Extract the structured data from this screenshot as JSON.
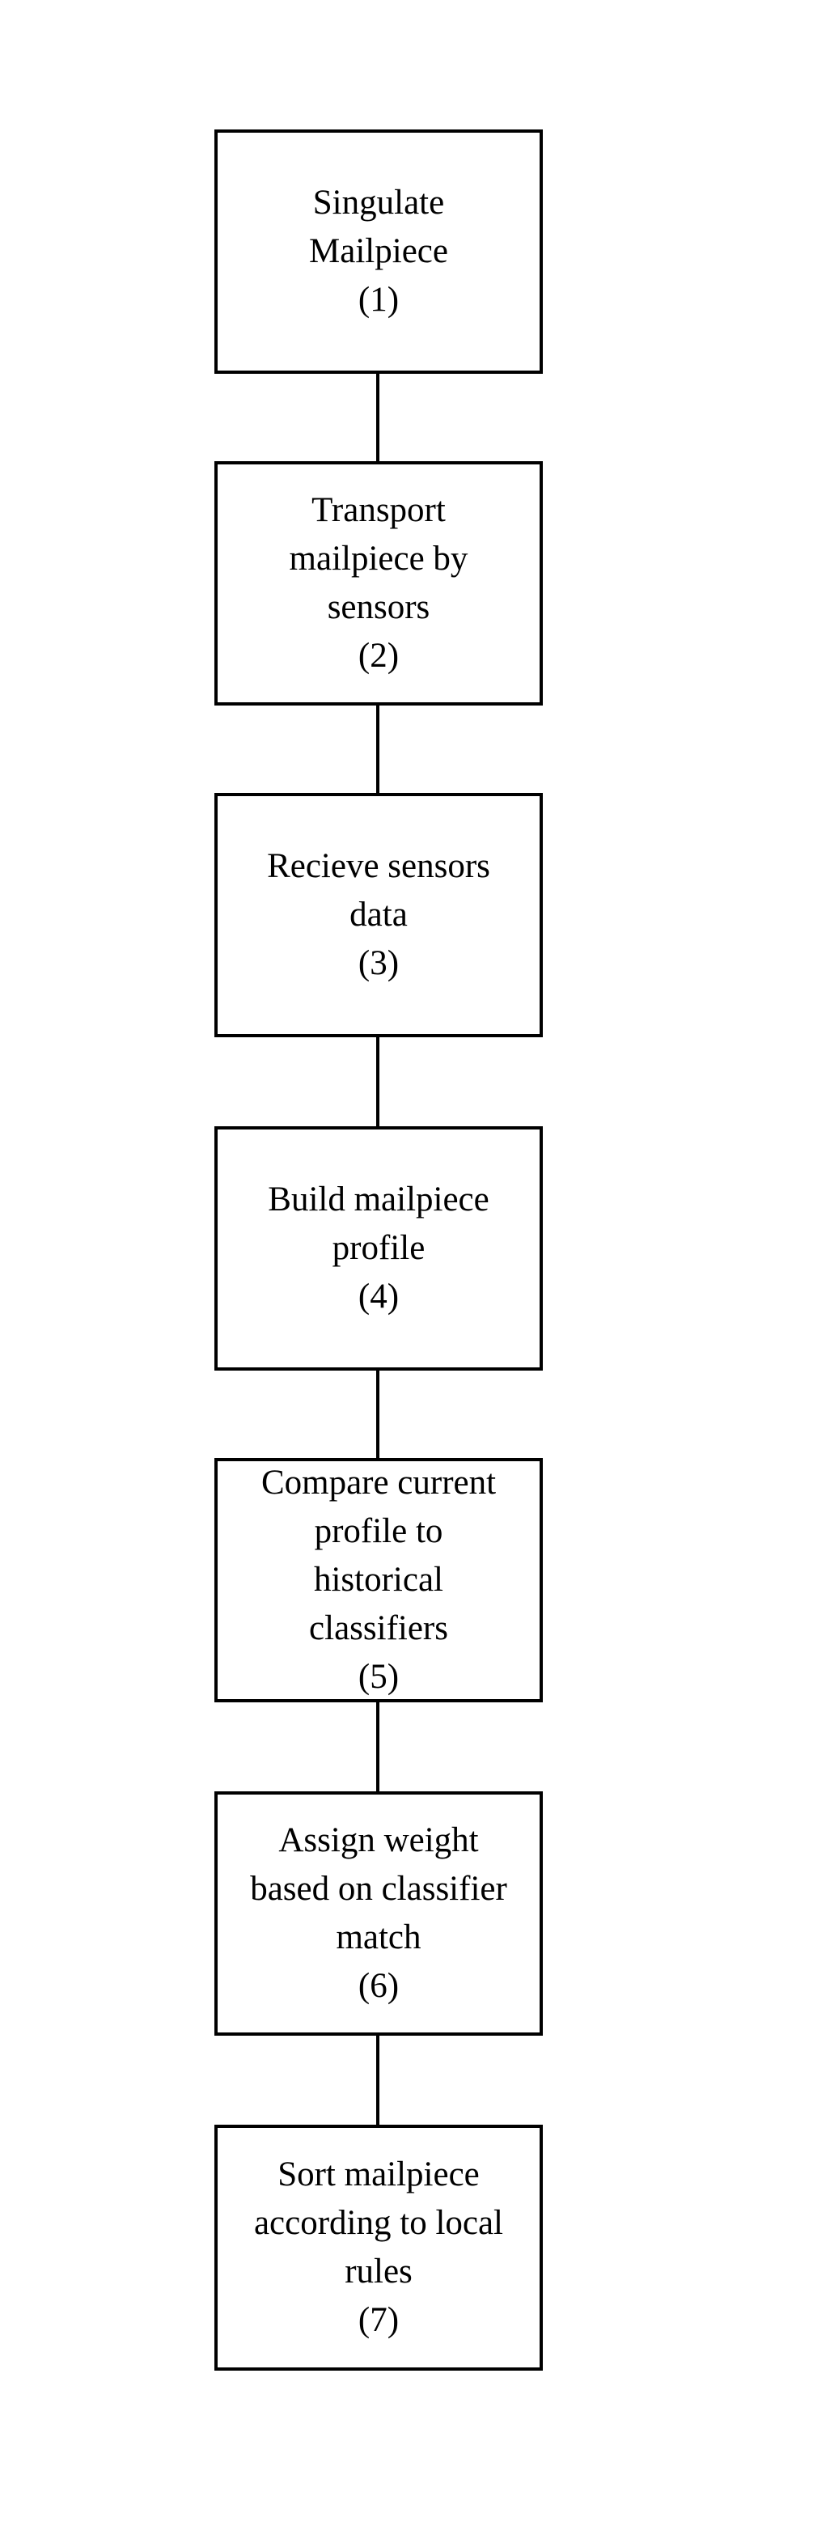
{
  "steps": [
    {
      "text": "Singulate\nMailpiece",
      "number": "(1)"
    },
    {
      "text": "Transport\nmailpiece by\nsensors",
      "number": "(2)"
    },
    {
      "text": "Recieve sensors\ndata",
      "number": "(3)"
    },
    {
      "text": "Build mailpiece\nprofile",
      "number": "(4)"
    },
    {
      "text": "Compare current\nprofile to\nhistorical\nclassifiers",
      "number": "(5)"
    },
    {
      "text": "Assign weight\nbased on classifier\nmatch",
      "number": "(6)"
    },
    {
      "text": "Sort mailpiece\naccording to local\nrules",
      "number": "(7)"
    }
  ]
}
